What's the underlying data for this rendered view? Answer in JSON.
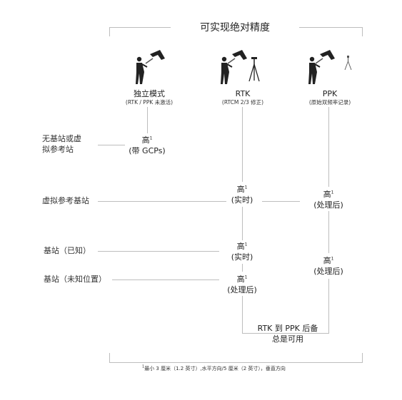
{
  "title": "可实现绝对精度",
  "columns": [
    {
      "title": "独立模式",
      "subtitle": "(RTK / PPK 未激活)"
    },
    {
      "title": "RTK",
      "subtitle": "(RTCM 2/3 修正)"
    },
    {
      "title": "PPK",
      "subtitle": "(原始双频率记录)"
    }
  ],
  "rows": [
    {
      "label_lines": [
        "无基站或虚",
        "拟参考站"
      ]
    },
    {
      "label_lines": [
        "虚拟参考基站"
      ]
    },
    {
      "label_lines": [
        "基站（已知）"
      ]
    },
    {
      "label_lines": [
        "基站（未知位置）"
      ]
    }
  ],
  "cells": {
    "standalone_none": {
      "main": "高",
      "sup": "1",
      "sub": "(带 GCPs)"
    },
    "rtk_virtual": {
      "main": "高",
      "sup": "1",
      "sub": "(实时)"
    },
    "ppk_virtual": {
      "main": "高",
      "sup": "1",
      "sub": "(处理后)"
    },
    "rtk_known": {
      "main": "高",
      "sup": "1",
      "sub": "(实时)"
    },
    "ppk_base": {
      "main": "高",
      "sup": "1",
      "sub": "(处理后)"
    },
    "rtk_unknown": {
      "main": "高",
      "sup": "1",
      "sub": "(处理后)"
    }
  },
  "fallback_note": [
    "RTK 到 PPK 后备",
    "总是可用"
  ],
  "footnote": {
    "sup": "1",
    "text": "最小 3 厘米（1.2 英寸）,水平方向/5 厘米（2 英寸），垂直方向"
  },
  "icons": [
    "operator-with-drone-icon",
    "operator-with-drone-and-tripod-icon",
    "operator-with-drone-and-small-tripod-icon"
  ]
}
